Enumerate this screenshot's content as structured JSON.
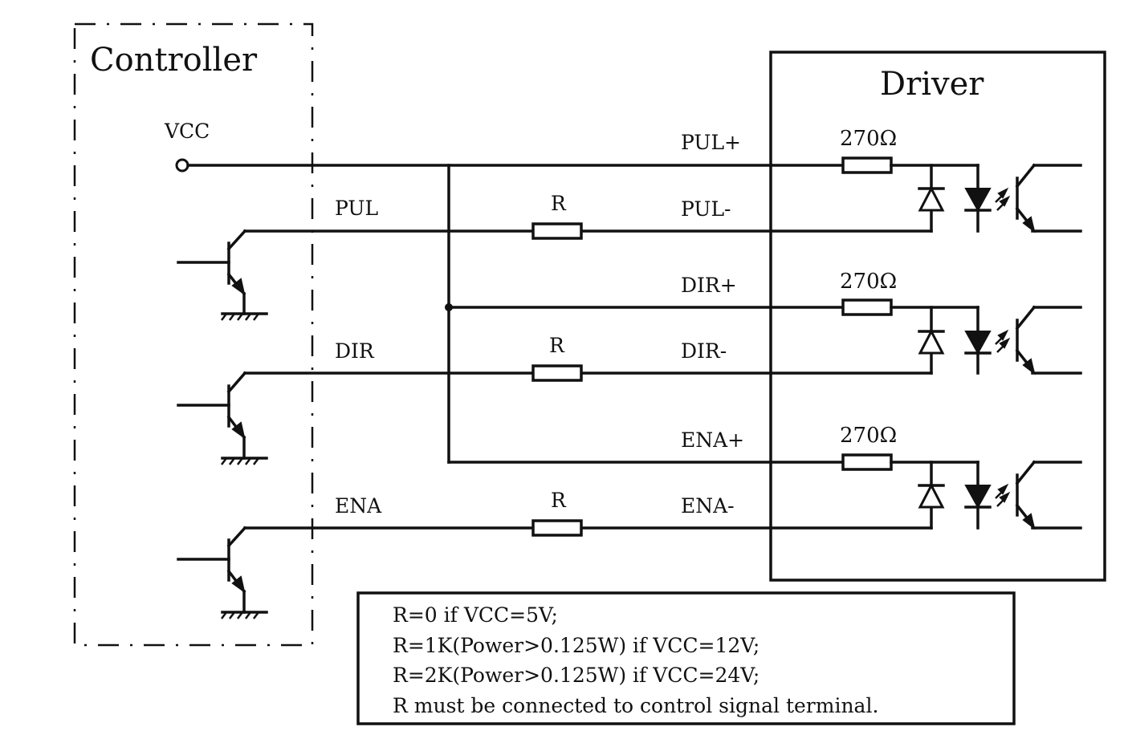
{
  "controller": {
    "title": "Controller",
    "vcc_label": "VCC",
    "signals": [
      "PUL",
      "DIR",
      "ENA"
    ]
  },
  "driver": {
    "title": "Driver",
    "inputs": {
      "pul_plus": "PUL+",
      "pul_minus": "PUL-",
      "dir_plus": "DIR+",
      "dir_minus": "DIR-",
      "ena_plus": "ENA+",
      "ena_minus": "ENA-"
    },
    "series_resistor": "270Ω"
  },
  "external_resistor_label": "R",
  "notes": [
    "R=0 if VCC=5V;",
    "R=1K(Power>0.125W) if VCC=12V;",
    "R=2K(Power>0.125W) if VCC=24V;",
    "R must be connected to control signal terminal."
  ]
}
